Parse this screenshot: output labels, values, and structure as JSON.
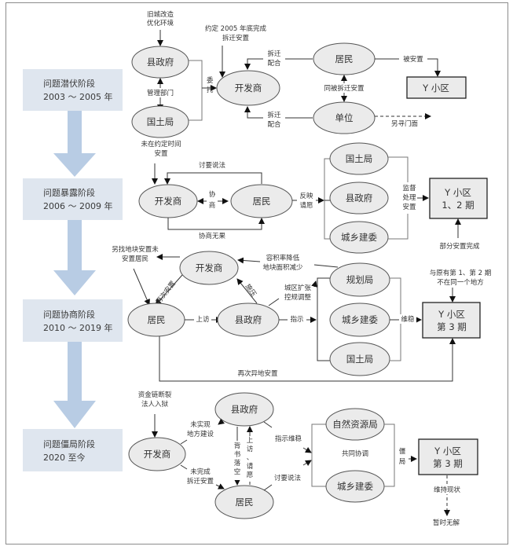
{
  "stages": [
    {
      "name": "问题潜伏阶段",
      "years": "2003 ～ 2005 年"
    },
    {
      "name": "问题暴露阶段",
      "years": "2006 ～ 2009 年"
    },
    {
      "name": "问题协商阶段",
      "years": "2010 ～ 2019 年"
    },
    {
      "name": "问题僵局阶段",
      "years": "2020 至今"
    }
  ],
  "stage1": {
    "top_note": [
      "旧城改造",
      "优化环境"
    ],
    "agreement_note": [
      "约定 2005 年底完成",
      "拆迁安置"
    ],
    "county_gov": "县政府",
    "land_bureau": "国土局",
    "mgmt_dept": "管理部门",
    "entrust": [
      "委",
      "托"
    ],
    "developer": "开发商",
    "demolish_coop_top": [
      "拆迁",
      "配合"
    ],
    "demolish_coop_bottom": [
      "拆迁",
      "配合"
    ],
    "residents": "居民",
    "unit": "单位",
    "both_relocated": "同被拆迁安置",
    "resettled": "被安置",
    "y_district": "Y 小区",
    "seek_store": "另寻门面"
  },
  "stage2": {
    "not_on_time": [
      "未在约定时间",
      "安置"
    ],
    "demand_explanation": "讨要说法",
    "developer": "开发商",
    "negotiate": [
      "协",
      "商"
    ],
    "residents": "居民",
    "negotiation_failed": "协商无果",
    "reflect_wish": [
      "反映",
      "请愿"
    ],
    "land_bureau": "国土局",
    "county_gov": "县政府",
    "urban_rural": "城乡建委",
    "supervise": [
      "监督",
      "处理",
      "安置"
    ],
    "y_district": [
      "Y 小区",
      "1、2 期"
    ],
    "partial_done": "部分安置完成"
  },
  "stage3": {
    "find_new_land": [
      "另找地块安置未",
      "安置居民"
    ],
    "developer": "开发商",
    "far_reduce": [
      "容积率降低",
      "地块面积减少"
    ],
    "relocate_again": "再次安置",
    "pressure": "施压",
    "urban_expand": [
      "城区扩张",
      "控规调整"
    ],
    "residents": "居民",
    "petition": "上访",
    "county_gov": "县政府",
    "instruct": "指示",
    "planning_bureau": "规划局",
    "urban_rural": "城乡建委",
    "land_bureau": "国土局",
    "stability": "维稳",
    "y_district": [
      "Y 小区",
      "第 3 期"
    ],
    "diff_location": [
      "与原有第 1、第 2 期",
      "不在同一个地方"
    ],
    "relocate_elsewhere": "再次异地安置"
  },
  "stage4": {
    "capital_break": [
      "资金链断裂",
      "法人入狱"
    ],
    "developer": "开发商",
    "county_gov": "县政府",
    "residents": "居民",
    "unrealized": [
      "未实现",
      "地方建设"
    ],
    "uncompleted": [
      "未完成",
      "拆迁安置"
    ],
    "endorse_fail": [
      "背",
      "书",
      "落",
      "空"
    ],
    "petition_wish": [
      "上",
      "访",
      "、",
      "请",
      "愿"
    ],
    "instruct_stability": "指示维稳",
    "demand_explanation": "讨要说法",
    "natural_resources": "自然资源局",
    "urban_rural": "城乡建委",
    "co_coordinate": "共同协调",
    "deadlock": [
      "僵",
      "局"
    ],
    "y_district": [
      "Y 小区",
      "第 3 期"
    ],
    "maintain": "维持现状",
    "no_solution": "暂时无解"
  }
}
